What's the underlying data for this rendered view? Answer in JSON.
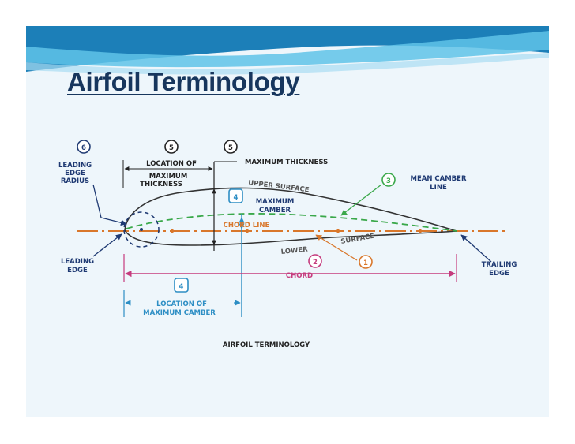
{
  "slide": {
    "title": "Airfoil Terminology"
  },
  "diagram": {
    "caption": "AIRFOIL TERMINOLOGY",
    "colors": {
      "title": "#17365d",
      "chord_line": "#d9772b",
      "camber_line": "#3aa84a",
      "dimension": "#c53b7d",
      "camber_dim": "#2d8ec4",
      "navy": "#1f3a73",
      "black": "#222222",
      "wave_dark": "#1c7fb8",
      "wave_light": "#5fc3e8"
    },
    "numbers": {
      "leading_edge_radius": "6",
      "location_max_thickness": "5",
      "max_thickness": "5",
      "mean_camber_line": "3",
      "max_camber": "4",
      "chord": "2",
      "chord_line": "1",
      "location_max_camber": "4"
    },
    "labels": {
      "leading_edge_radius": [
        "LEADING",
        "EDGE",
        "RADIUS"
      ],
      "location_max_thickness": [
        "LOCATION OF",
        "MAXIMUM",
        "THICKNESS"
      ],
      "max_thickness": "MAXIMUM THICKNESS",
      "upper_surface": "UPPER SURFACE",
      "mean_camber_line": [
        "MEAN CAMBER",
        "LINE"
      ],
      "max_camber": [
        "MAXIMUM",
        "CAMBER"
      ],
      "chord_line": "CHORD LINE",
      "lower": "LOWER",
      "surface": "SURFACE",
      "leading_edge": [
        "LEADING",
        "EDGE"
      ],
      "chord": "CHORD",
      "trailing_edge": [
        "TRAILING",
        "EDGE"
      ],
      "location_max_camber": [
        "LOCATION OF",
        "MAXIMUM CAMBER"
      ]
    }
  }
}
